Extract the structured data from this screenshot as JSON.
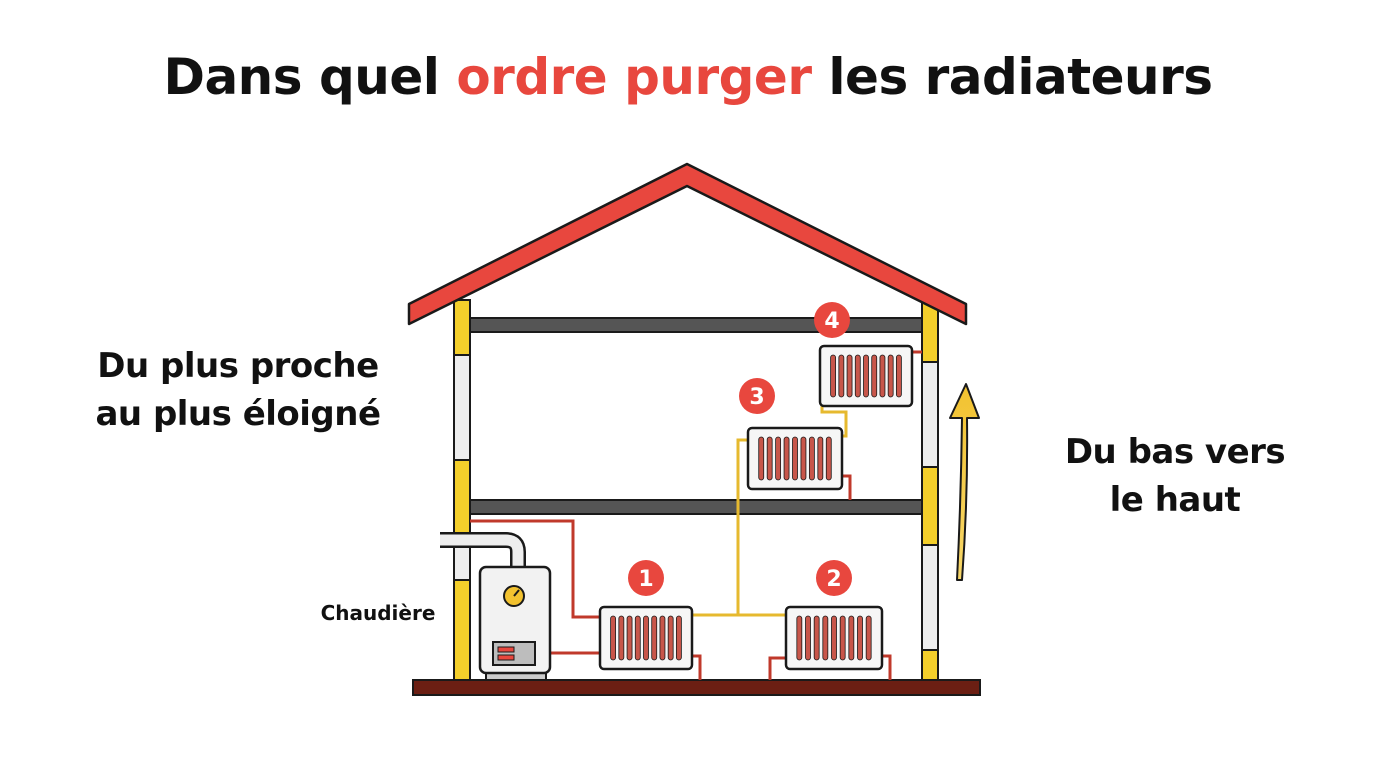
{
  "title": {
    "prefix": "Dans quel",
    "highlight": "ordre purger",
    "suffix": "les radiateurs"
  },
  "left_label": {
    "line1": "Du plus proche",
    "line2": "au plus éloigné"
  },
  "right_label": {
    "line1": "Du bas vers",
    "line2": "le haut"
  },
  "boiler_label": "Chaudière",
  "radiators": [
    {
      "order": "1"
    },
    {
      "order": "2"
    },
    {
      "order": "3"
    },
    {
      "order": "4"
    }
  ],
  "colors": {
    "accent": "#e8473e",
    "roof": "#e8473e",
    "pipe_hot": "#c0392b",
    "pipe_return": "#e6b92e",
    "arrow": "#f2c230",
    "floor": "#555555",
    "ground": "#6b1f13",
    "wall_yellow": "#f4cf2b"
  }
}
